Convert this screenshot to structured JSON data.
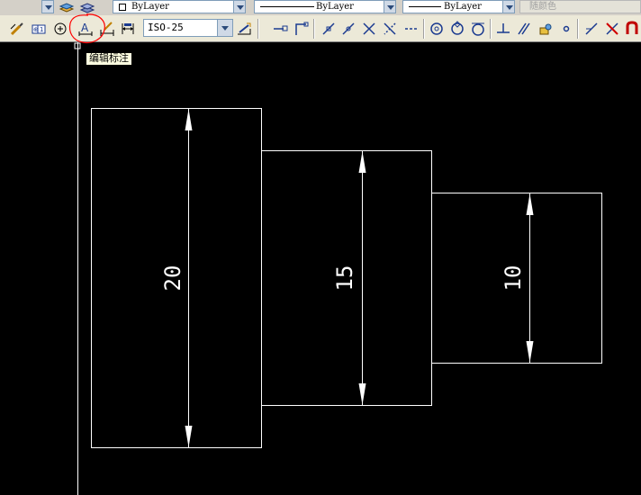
{
  "layer_toolbar": {
    "color_value": "ByLayer",
    "linetype_value": "ByLayer",
    "lineweight_value": "ByLayer",
    "plotstyle_value": "随颜色"
  },
  "dim_toolbar": {
    "dim_style_value": "ISO-25",
    "tooltip": "编辑标注"
  },
  "drawing": {
    "dimensions": [
      "20",
      "15",
      "10"
    ]
  },
  "colors": {
    "canvas": "#000000",
    "geometry": "#ffffff",
    "highlight_circle": "#ff0000"
  }
}
